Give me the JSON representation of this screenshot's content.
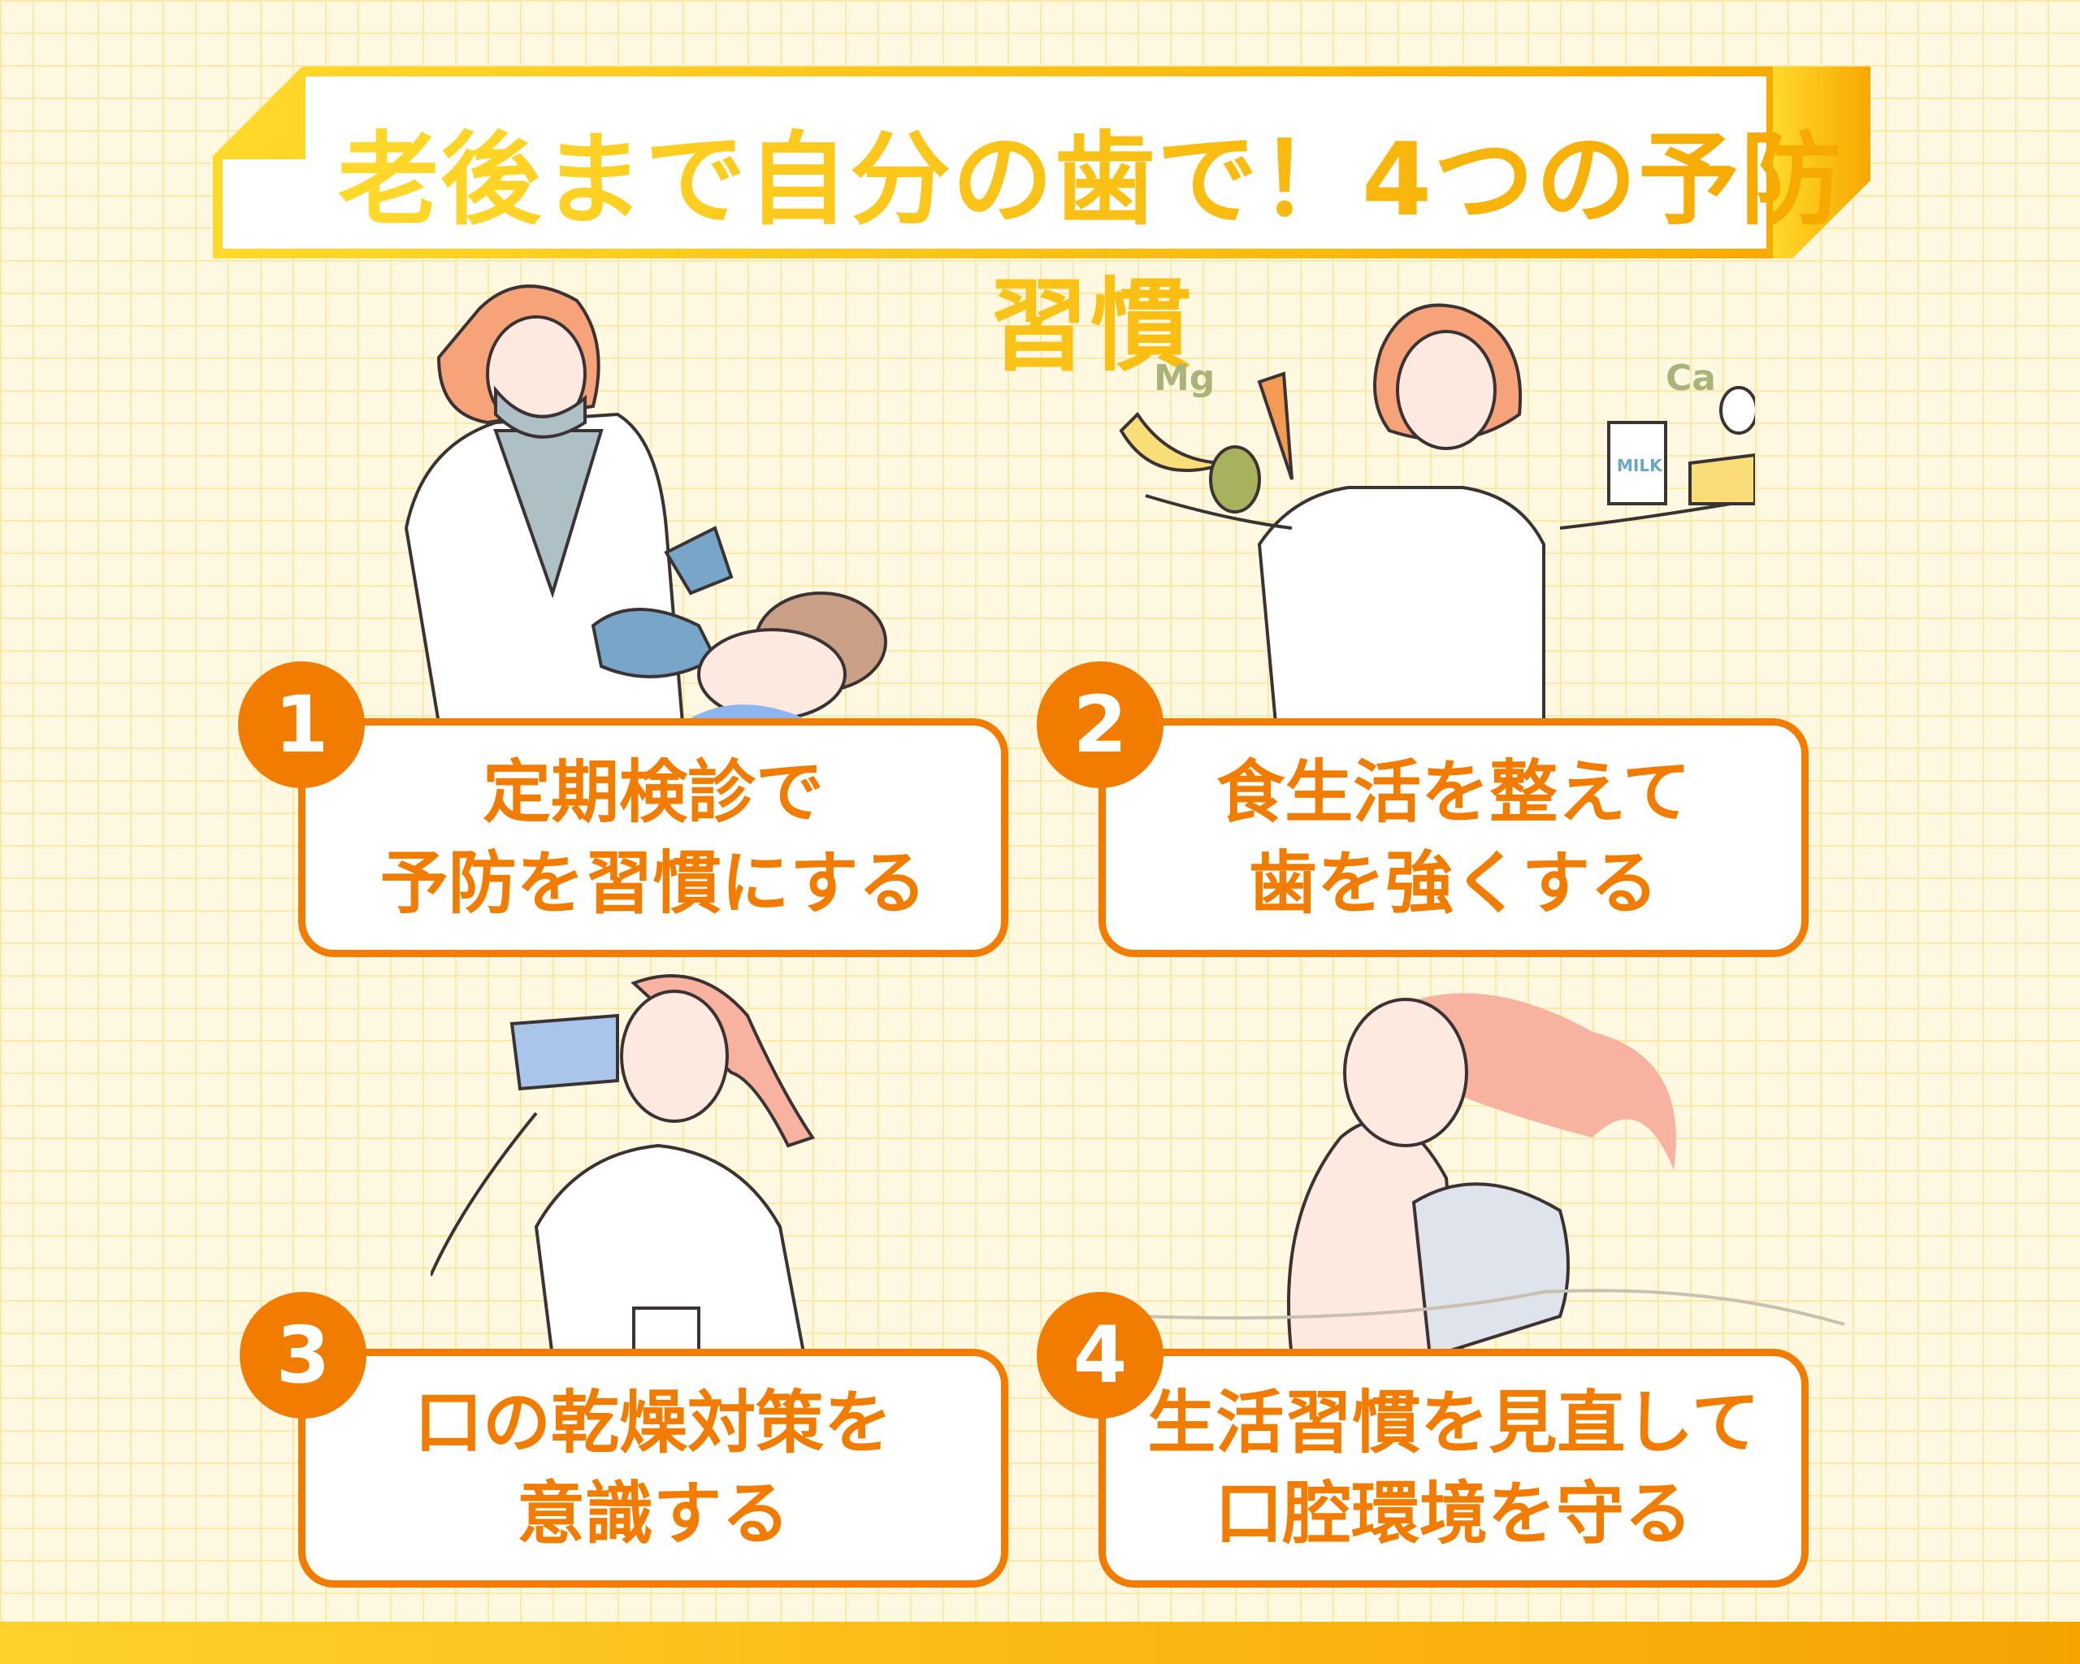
{
  "title": "老後まで自分の歯で！4つの予防習慣",
  "colors": {
    "accent": "#f27c00",
    "title_gradient": [
      "#ffd92a",
      "#f6a800"
    ],
    "background": "#fff8e0",
    "grid": "#fbe8a6"
  },
  "habits": [
    {
      "number": "1",
      "lines": [
        "定期検診で",
        "予防を習慣にする"
      ],
      "illustration": "dentist-examining-patient"
    },
    {
      "number": "2",
      "lines": [
        "食生活を整えて",
        "歯を強くする"
      ],
      "illustration": "woman-holding-foods",
      "labels": [
        "Mg",
        "Ca",
        "MILK"
      ]
    },
    {
      "number": "3",
      "lines": [
        "口の乾燥対策を",
        "意識する"
      ],
      "illustration": "woman-drinking-water"
    },
    {
      "number": "4",
      "lines": [
        "生活習慣を見直して",
        "口腔環境を守る"
      ],
      "illustration": "woman-sleeping"
    }
  ]
}
